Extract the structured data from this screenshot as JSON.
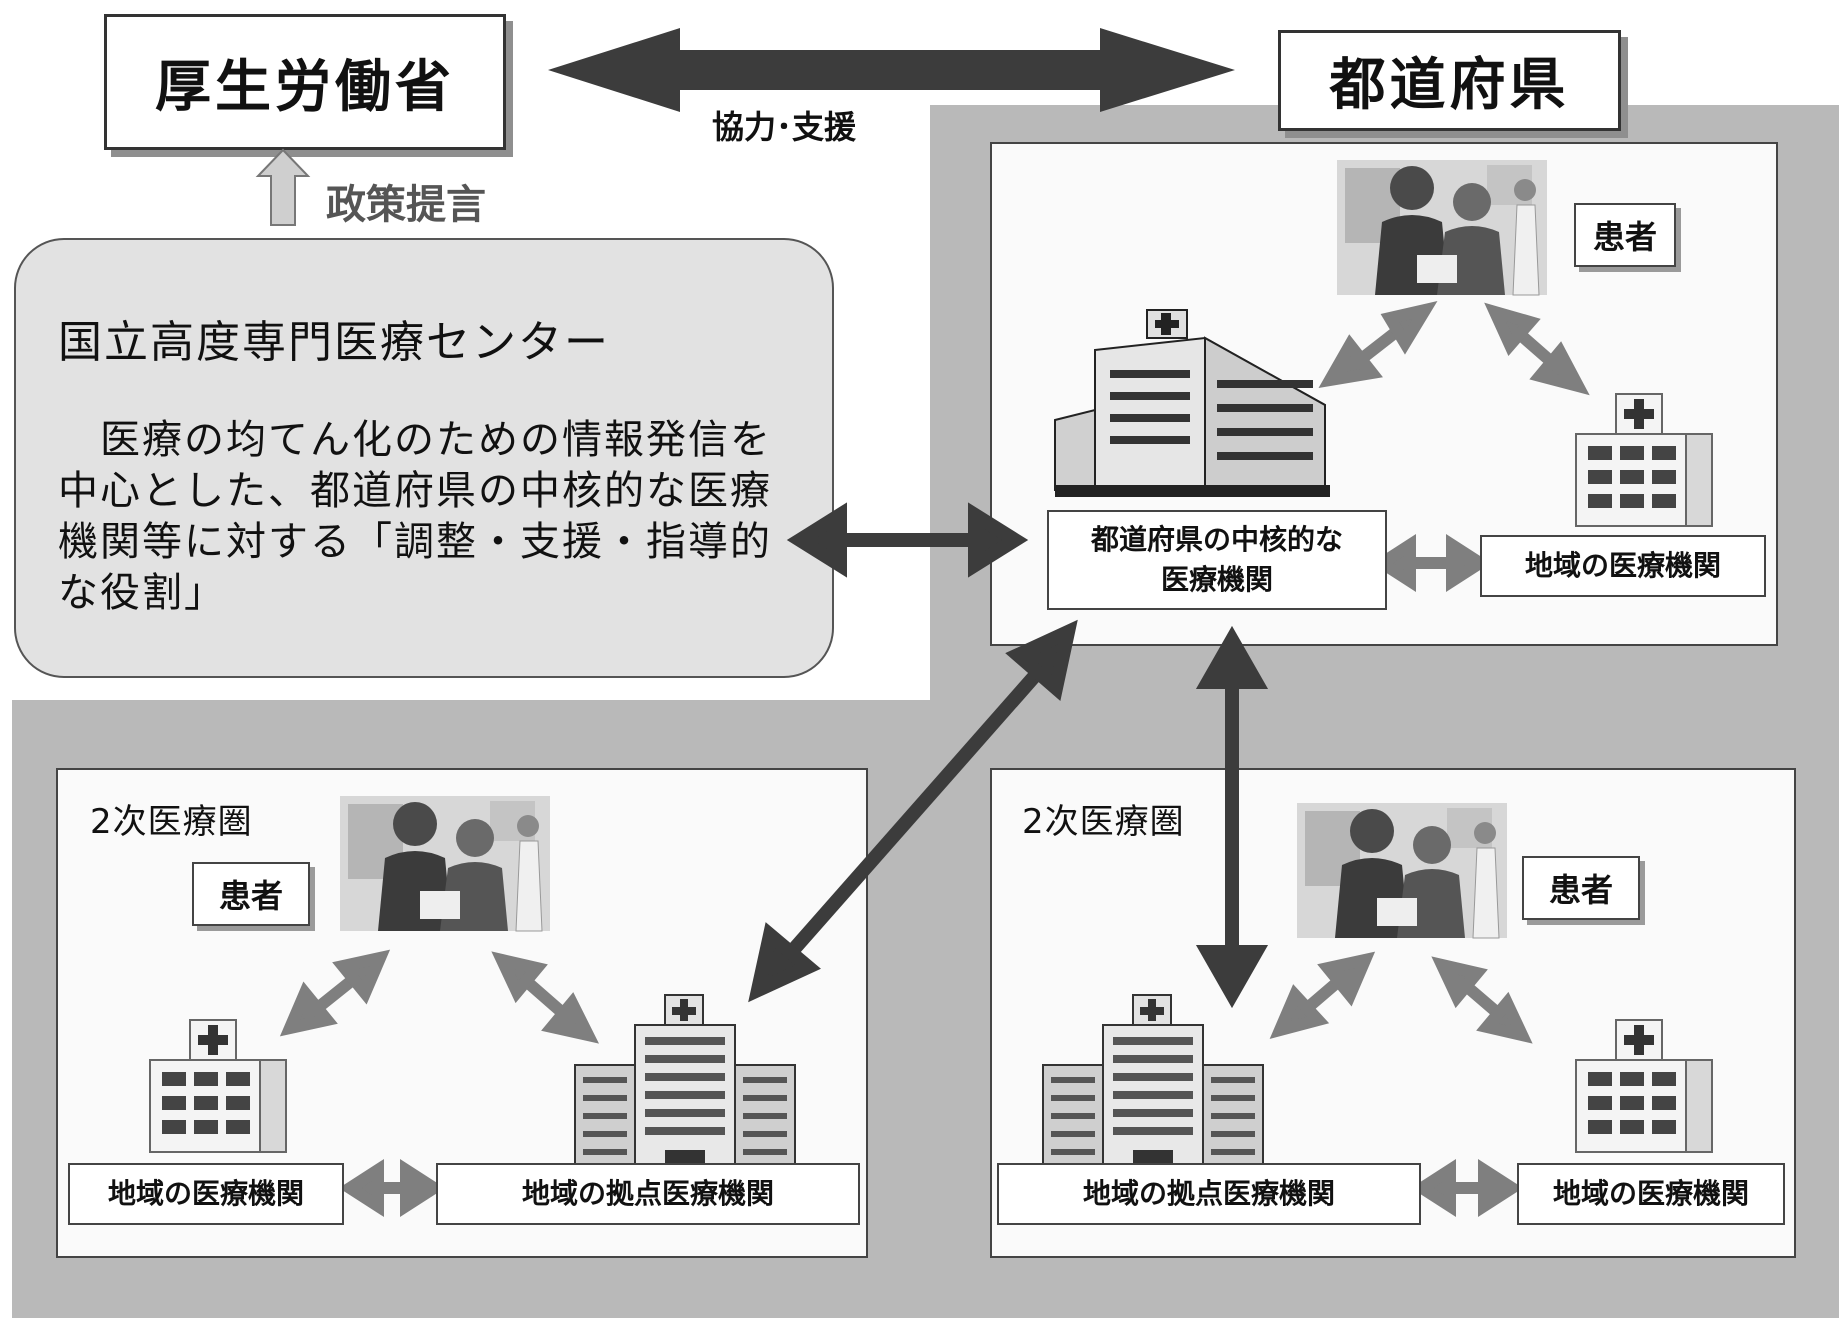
{
  "ministry": {
    "title": "厚生労働省"
  },
  "prefecture": {
    "title": "都道府県"
  },
  "cooperation_label": "協力･支援",
  "policy_label": "政策提言",
  "national_center": {
    "title": "国立高度専門医療センター",
    "description": "　医療の均てん化のための情報発信を\n中心とした、都道府県の中核的な医療\n機関等に対する「調整・支援・指導的\nな役割」"
  },
  "prefecture_panel": {
    "patient_label": "患者",
    "core_hospital_label": "都道府県の中核的な\n医療機関",
    "local_institution_label": "地域の医療機関"
  },
  "region_left": {
    "title": "2次医療圏",
    "patient_label": "患者",
    "local_institution_label": "地域の医療機関",
    "hub_institution_label": "地域の拠点医療機関"
  },
  "region_right": {
    "title": "2次医療圏",
    "patient_label": "患者",
    "hub_institution_label": "地域の拠点医療機関",
    "local_institution_label": "地域の医療機関"
  },
  "colors": {
    "background_gray": "#b9b9b9",
    "arrow_dark": "#3c3c3c",
    "arrow_mid": "#7a7a7a",
    "panel": "#fafafa"
  }
}
